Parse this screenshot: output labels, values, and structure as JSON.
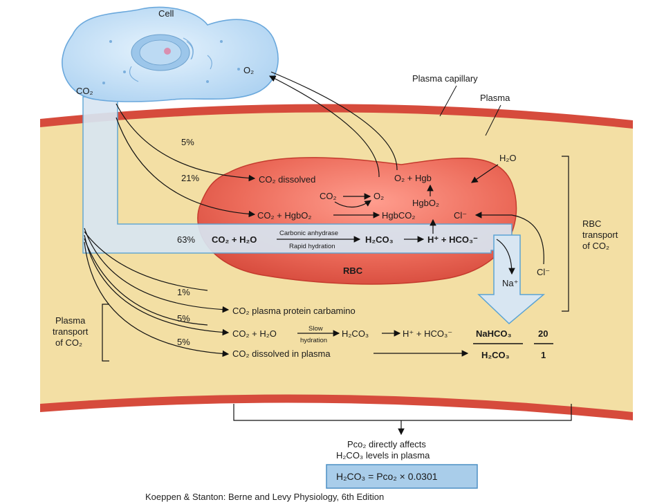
{
  "labels": {
    "cell": "Cell",
    "o2": "O₂",
    "co2": "CO₂",
    "plasma_capillary": "Plasma capillary",
    "plasma": "Plasma",
    "h2o": "H₂O",
    "rbc": "RBC",
    "na": "Na⁺",
    "cl_bottom": "Cl⁻",
    "cl_inside": "Cl⁻"
  },
  "percents": {
    "p5_dissolved": "5%",
    "p21": "21%",
    "p63": "63%",
    "p1": "1%",
    "p5_slow": "5%",
    "p5_plasma": "5%"
  },
  "rbc_reactions": {
    "co2_dissolved": "CO₂ dissolved",
    "co2_inner": "CO₂",
    "o2_inner": "O₂",
    "o2_hgb": "O₂ + Hgb",
    "hgbo2": "HgbO₂",
    "co2_hgbo2": "CO₂ + HgbO₂",
    "hgbco2": "HgbCO₂",
    "co2_h2o_bold": "CO₂ + H₂O",
    "carbonic_anhydrase": "Carbonic anhydrase",
    "rapid_hydration": "Rapid hydration",
    "h2co3_bold": "H₂CO₃",
    "h_hco3_bold": "H⁺ + HCO₃⁻"
  },
  "plasma_reactions": {
    "carbamino": "CO₂ plasma protein carbamino",
    "co2_h2o": "CO₂ + H₂O",
    "slow": "Slow",
    "hydration": "hydration",
    "h2co3": "H₂CO₃",
    "h_hco3": "H⁺ + HCO₃⁻",
    "dissolved_plasma": "CO₂ dissolved in plasma"
  },
  "ratio": {
    "numerator": "NaHCO₃",
    "denominator": "H₂CO₃",
    "num_value": "20",
    "den_value": "1"
  },
  "brackets": {
    "rbc_line1": "RBC",
    "rbc_line2": "transport",
    "rbc_line3": "of CO₂",
    "plasma_line1": "Plasma",
    "plasma_line2": "transport",
    "plasma_line3": "of CO₂"
  },
  "footer": {
    "pco2_line1": "Pco₂ directly affects",
    "pco2_line2": "H₂CO₃ levels in plasma",
    "formula": "H₂CO₃ = Pco₂ × 0.0301",
    "credit": "Koeppen & Stanton: Berne and Levy Physiology, 6th Edition"
  },
  "colors": {
    "plasma": "#f3dfa4",
    "capillary_wall": "#d64b3c",
    "rbc": "#ea6a5a",
    "cell": "#bcdcf5",
    "co2_channel": "#d8e6f2",
    "formula_box": "#a9cdea"
  }
}
